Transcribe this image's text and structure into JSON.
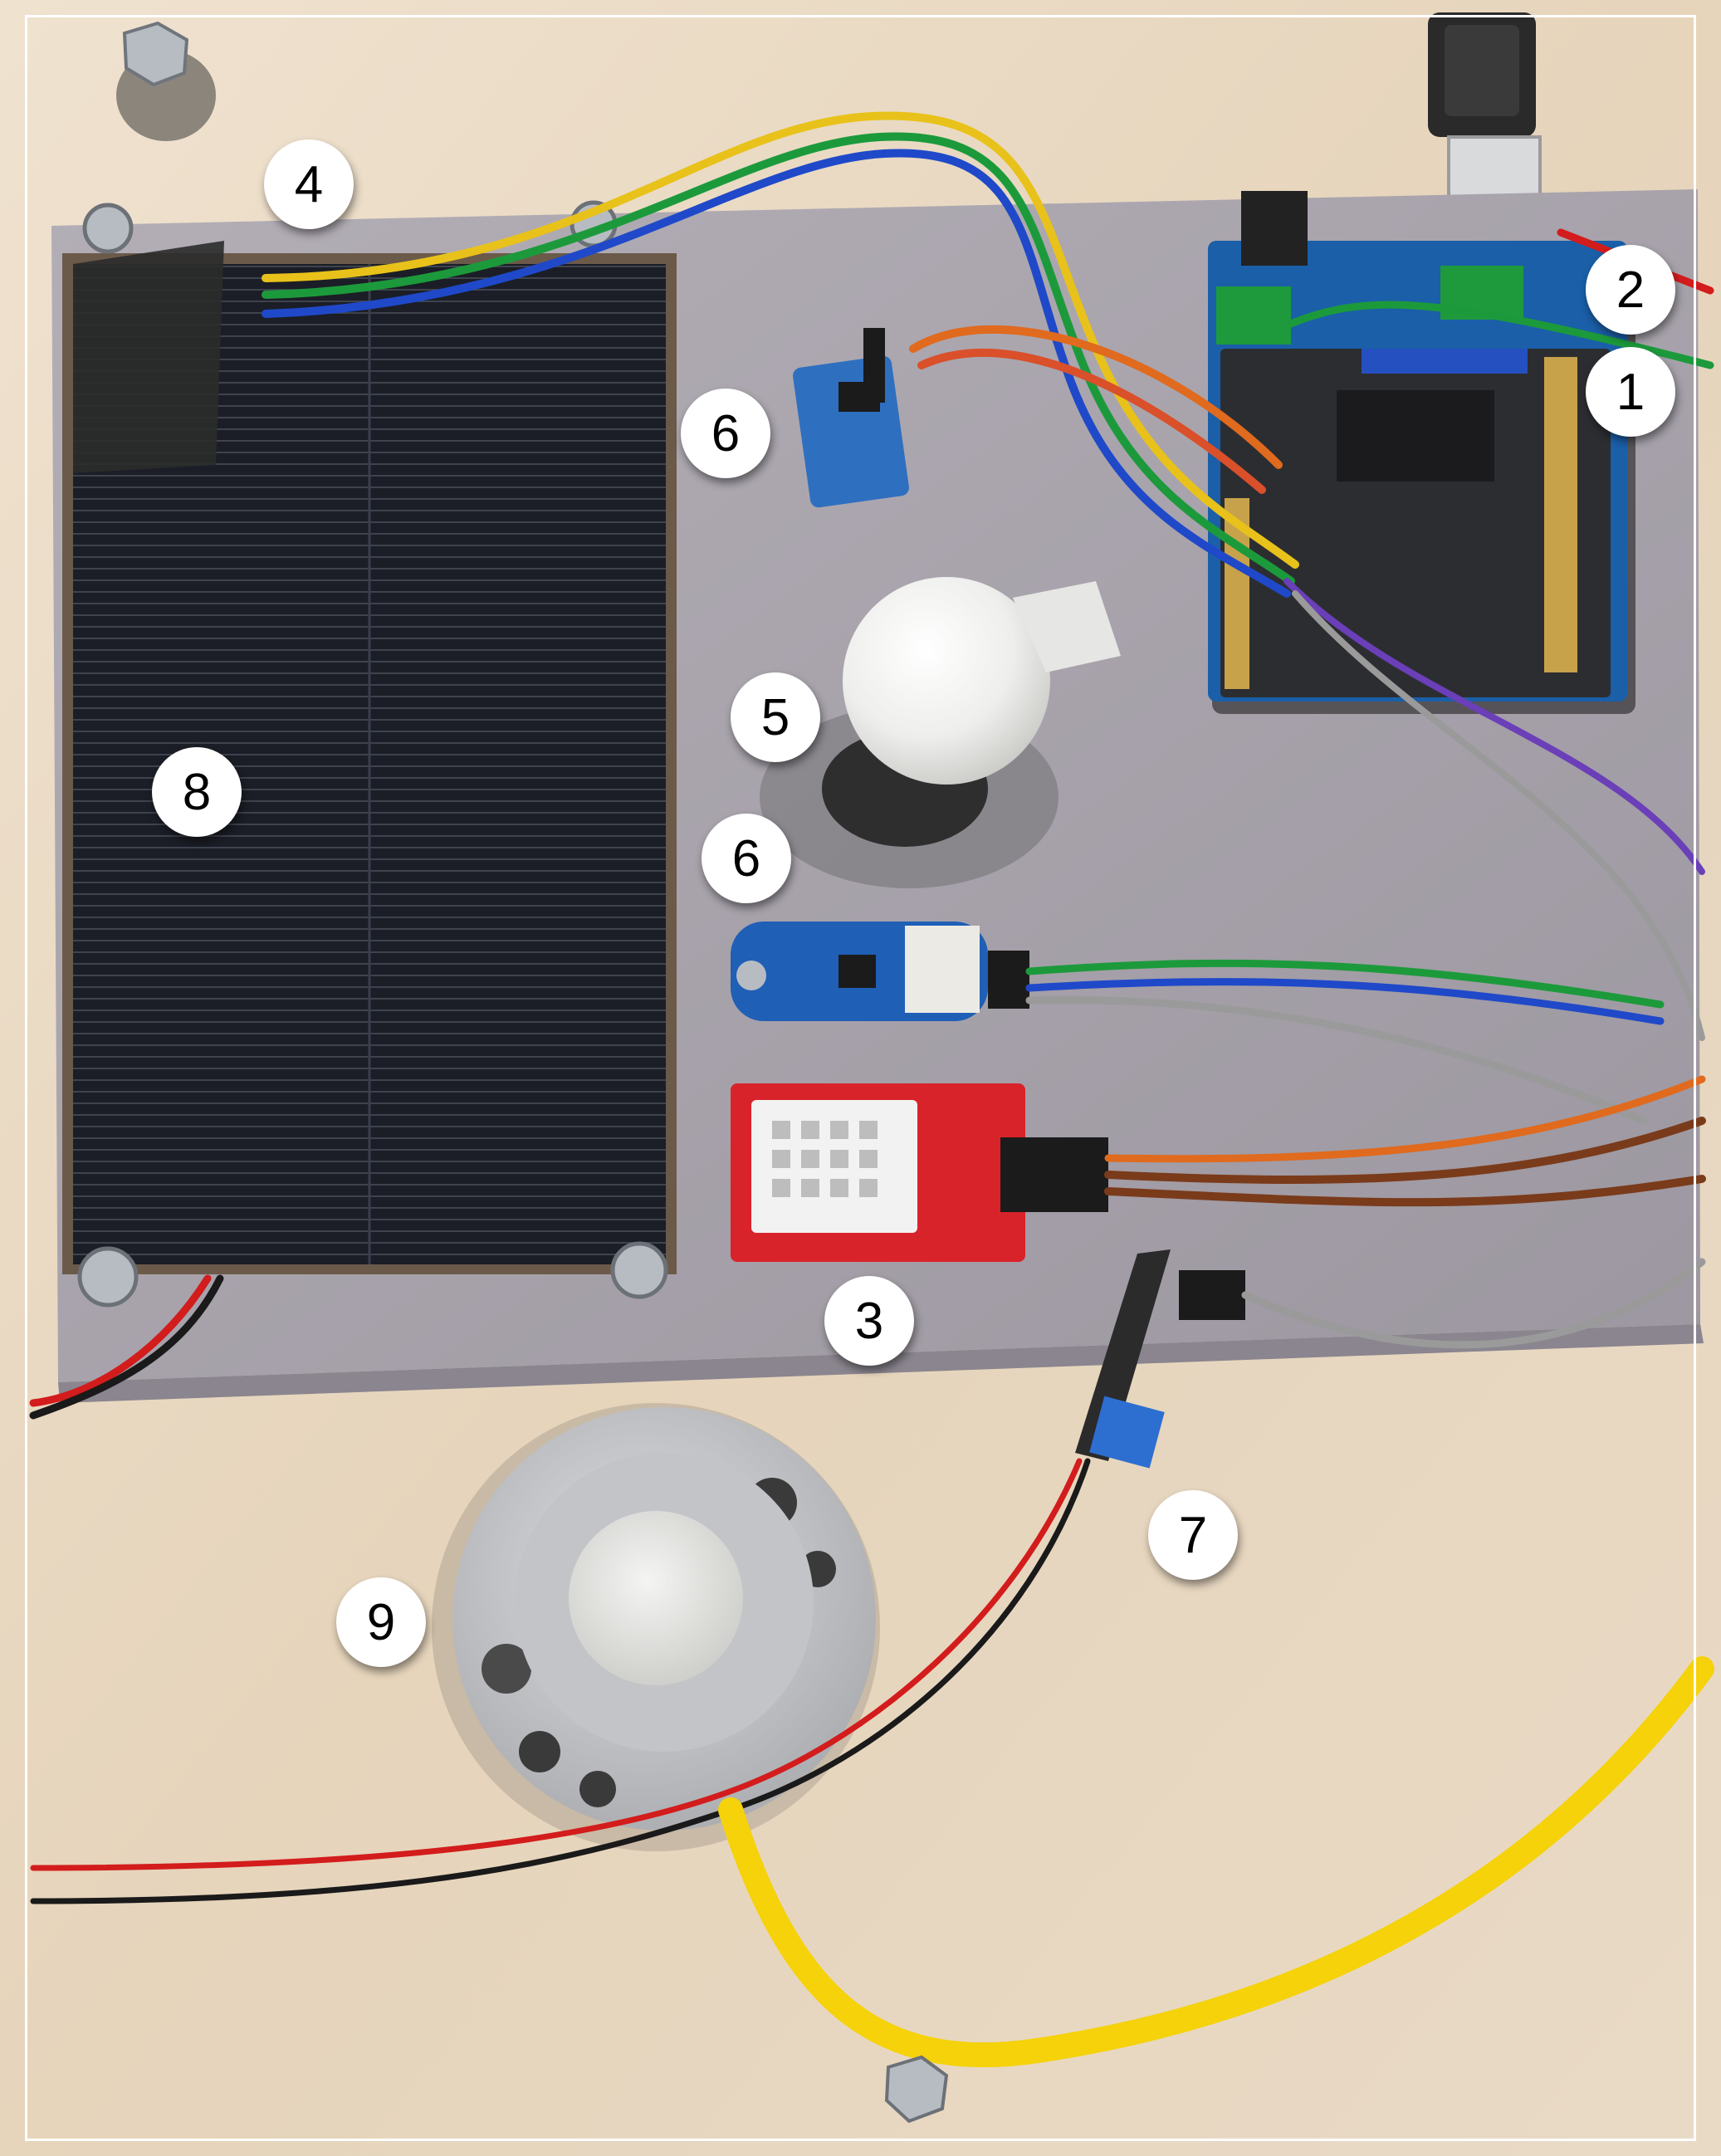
{
  "labels": {
    "l1": "1",
    "l2": "2",
    "l3": "3",
    "l4": "4",
    "l5": "5",
    "l6a": "6",
    "l6b": "6",
    "l7": "7",
    "l8": "8",
    "l9": "9"
  },
  "colors": {
    "tabletop": "#e8d9c4",
    "board": "#a7a2aa",
    "solar_panel": "#1a1d24",
    "arduino": "#1a5fa8",
    "dht_module": "#d9232a",
    "uv_module": "#1f5fb6",
    "dome_sensor": "#f2f2f0",
    "pyranometer_body": "#c6c7c9",
    "yellow_cable": "#f5d20a",
    "wire_red": "#d31c1c",
    "wire_black": "#1a1a1a",
    "wire_green": "#1c9a3b",
    "wire_blue": "#1f49c9",
    "wire_yellow": "#e8c21a",
    "wire_orange": "#e06a1e",
    "wire_brown": "#7a3b1b",
    "wire_grey": "#9a9a9a",
    "wire_purple": "#6a3fb8"
  }
}
